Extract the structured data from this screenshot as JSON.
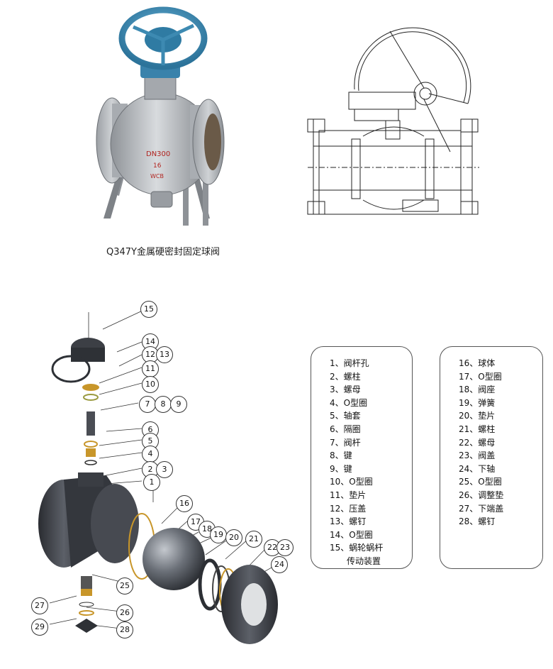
{
  "valve_photo": {
    "body_marking": [
      "DN300",
      "16",
      "WCB"
    ]
  },
  "caption": "Q347Y金属硬密封固定球阀",
  "callouts": [
    "15",
    "14",
    "12",
    "13",
    "11",
    "10",
    "7",
    "8",
    "9",
    "6",
    "5",
    "4",
    "2",
    "3",
    "1",
    "16",
    "17",
    "18",
    "19",
    "20",
    "21",
    "22",
    "23",
    "24",
    "25",
    "27",
    "26",
    "29",
    "28"
  ],
  "parts_left": [
    "1、阀杆孔",
    "2、螺柱",
    "3、螺母",
    "4、O型圈",
    "5、轴套",
    "6、隔圈",
    "7、阀杆",
    "8、键",
    "9、键",
    "10、O型圈",
    "11、垫片",
    "12、压盖",
    "13、螺钉",
    "14、O型圈",
    "15、蜗轮蜗杆",
    "　　传动装置"
  ],
  "parts_right": [
    "16、球体",
    "17、O型圈",
    "18、阀座",
    "19、弹簧",
    "20、垫片",
    "21、螺柱",
    "22、螺母",
    "23、阀盖",
    "24、下轴",
    "25、O型圈",
    "26、调整垫",
    "27、下端盖",
    "28、螺钉"
  ],
  "colors": {
    "valve_body": "#b9bcc0",
    "handwheel": "#3f8fb8",
    "gasket_gold": "#c8962a",
    "dark_part": "#3a3d44"
  }
}
